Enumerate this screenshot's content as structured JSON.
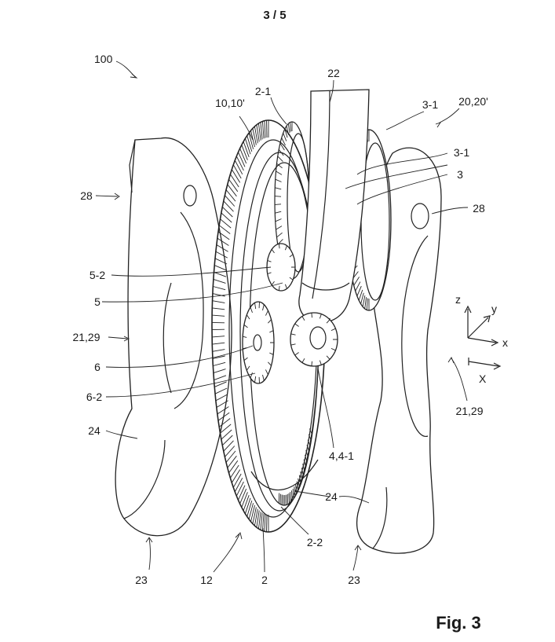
{
  "page_number": "3 / 5",
  "figure_label": "Fig. 3",
  "labels": {
    "l100": "100",
    "l22": "22",
    "l2_1": "2-1",
    "l10": "10,10'",
    "l3_1a": "3-1",
    "l20": "20,20'",
    "l3_1b": "3-1",
    "l3": "3",
    "l28a": "28",
    "l28b": "28",
    "l5_2": "5-2",
    "l5": "5",
    "l21a": "21,29",
    "l6": "6",
    "l6_2": "6-2",
    "l24a": "24",
    "l4": "4,4-1",
    "l24b": "24",
    "l2_2": "2-2",
    "l21b": "21,29",
    "l23a": "23",
    "l12": "12",
    "l2": "2",
    "l23b": "23"
  },
  "axes": {
    "z": "z",
    "y": "y",
    "x": "x",
    "X": "X"
  },
  "colors": {
    "line": "#222222",
    "background": "#ffffff"
  }
}
